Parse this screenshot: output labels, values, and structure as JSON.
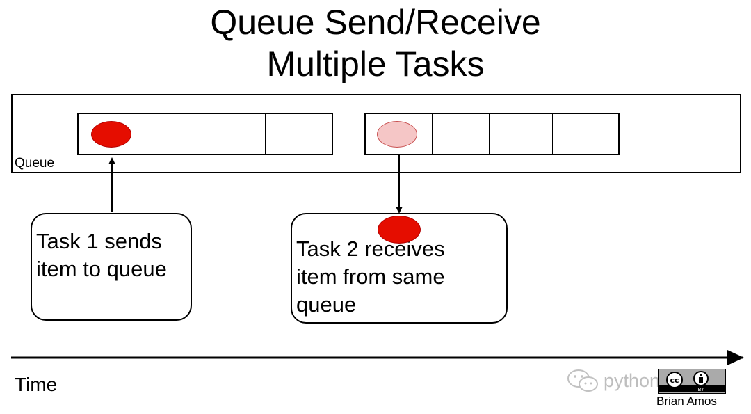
{
  "title": {
    "line1": "Queue Send/Receive",
    "line2": "Multiple Tasks"
  },
  "queue": {
    "label": "Queue",
    "slots_per_buffer": 4
  },
  "tasks": [
    {
      "lines": [
        "Task 1 sends",
        "item to queue"
      ]
    },
    {
      "lines": [
        "Task 2 receives",
        "item from same",
        "queue"
      ]
    }
  ],
  "timeline": {
    "label": "Time"
  },
  "watermark": {
    "text": "pythontesting",
    "icon": "wechat-icon"
  },
  "license": {
    "icon": "cc-by-icon",
    "badge_text": "BY",
    "author": "Brian Amos"
  },
  "colors": {
    "item": "#e50d00",
    "item_removed": "#f5c6c6",
    "stroke": "#000000"
  }
}
